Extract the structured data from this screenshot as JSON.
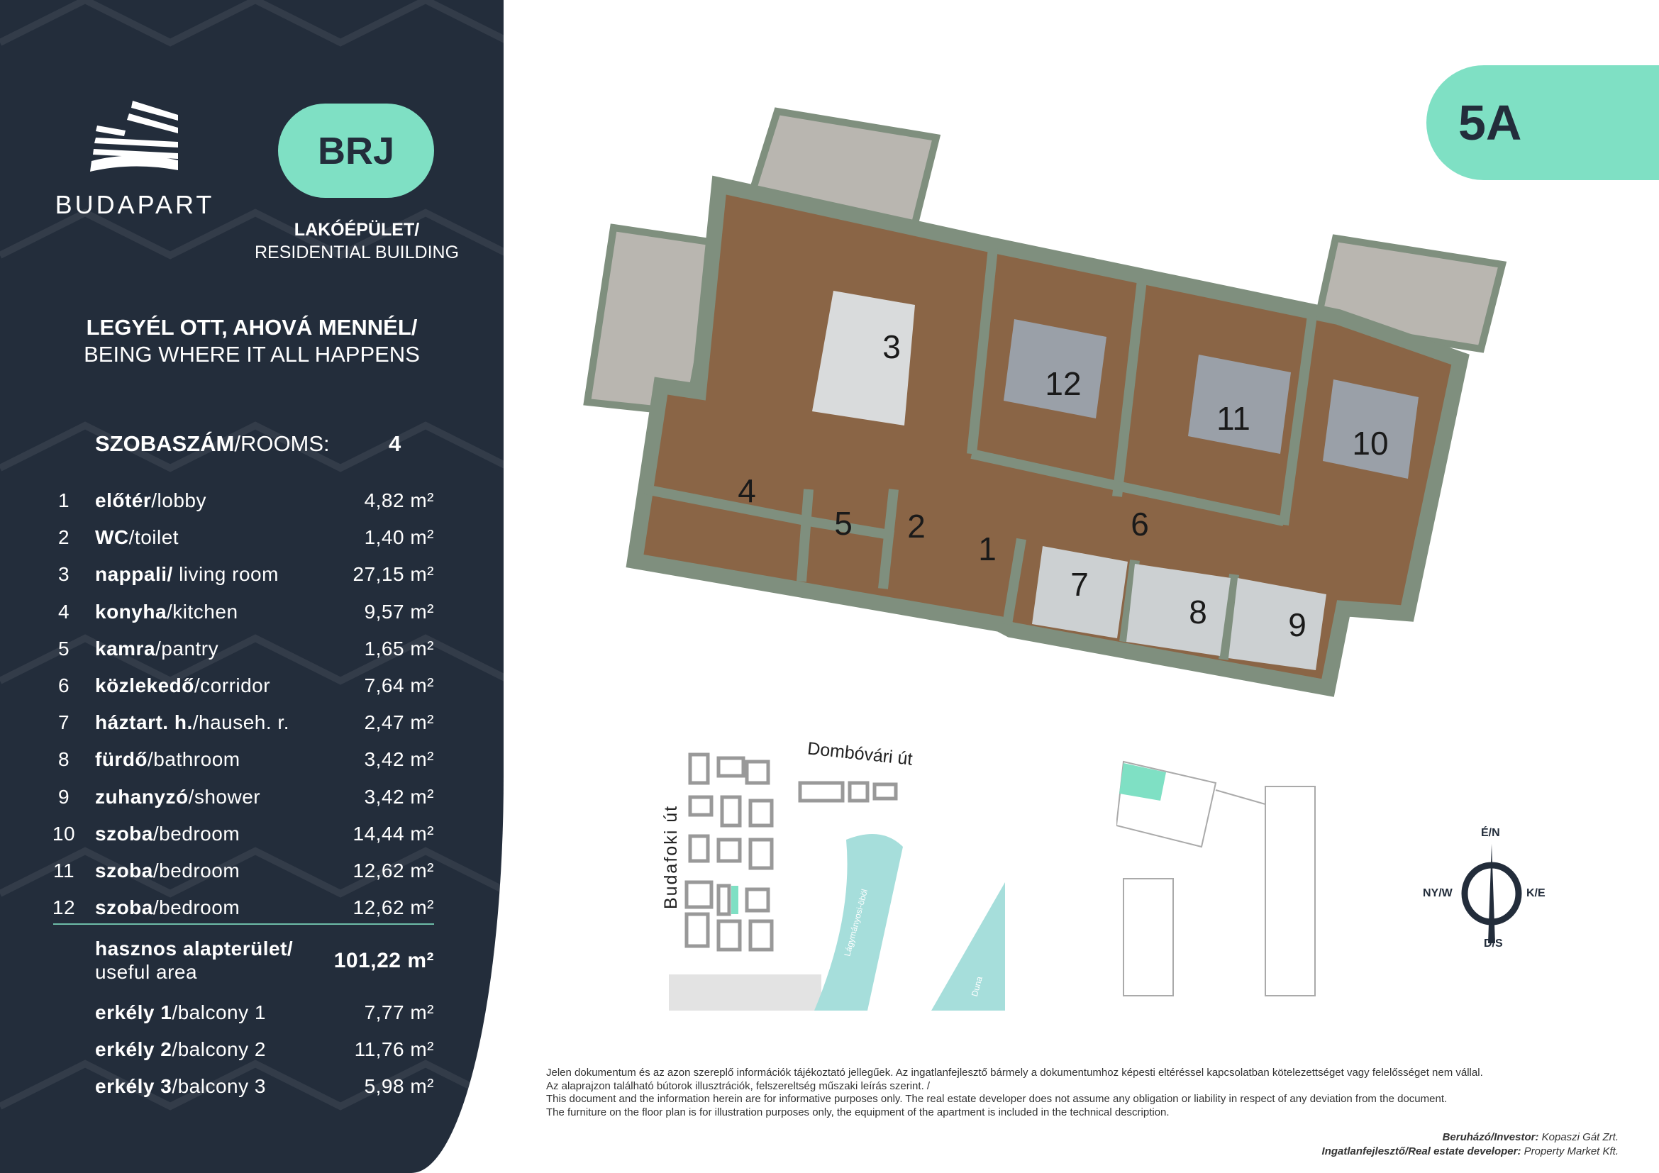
{
  "brand": {
    "name": "BUDAPART",
    "building_code": "BRJ",
    "building_type_hu": "LAKÓÉPÜLET/",
    "building_type_en": "RESIDENTIAL BUILDING"
  },
  "tagline": {
    "hu": "LEGYÉL OTT, AHOVÁ MENNÉL/",
    "en": "BEING WHERE IT ALL HAPPENS"
  },
  "rooms": {
    "label_hu": "SZOBASZÁM",
    "label_en": "/ROOMS:",
    "value": "4"
  },
  "apartment": {
    "code": "5A"
  },
  "room_table": [
    {
      "n": "1",
      "hu": "előtér",
      "en": "/lobby",
      "area": "4,82 m²"
    },
    {
      "n": "2",
      "hu": "WC",
      "en": "/toilet",
      "area": "1,40 m²"
    },
    {
      "n": "3",
      "hu": "nappali/",
      "en": " living room",
      "area": "27,15 m²"
    },
    {
      "n": "4",
      "hu": "konyha",
      "en": "/kitchen",
      "area": "9,57 m²"
    },
    {
      "n": "5",
      "hu": "kamra",
      "en": "/pantry",
      "area": "1,65 m²"
    },
    {
      "n": "6",
      "hu": "közlekedő",
      "en": "/corridor",
      "area": "7,64 m²"
    },
    {
      "n": "7",
      "hu": "háztart. h.",
      "en": "/hauseh. r.",
      "area": "2,47 m²"
    },
    {
      "n": "8",
      "hu": "fürdő",
      "en": "/bathroom",
      "area": "3,42 m²"
    },
    {
      "n": "9",
      "hu": "zuhanyzó",
      "en": "/shower",
      "area": "3,42 m²"
    },
    {
      "n": "10",
      "hu": "szoba",
      "en": "/bedroom",
      "area": "14,44 m²"
    },
    {
      "n": "11",
      "hu": "szoba",
      "en": "/bedroom",
      "area": "12,62 m²"
    },
    {
      "n": "12",
      "hu": "szoba",
      "en": "/bedroom",
      "area": "12,62 m²"
    }
  ],
  "useful_area": {
    "hu": "hasznos alapterület/",
    "en": "useful area",
    "value": "101,22 m²"
  },
  "balconies": [
    {
      "hu": "erkély 1",
      "en": "/balcony 1",
      "area": "7,77 m²"
    },
    {
      "hu": "erkély 2",
      "en": "/balcony 2",
      "area": "11,76 m²"
    },
    {
      "hu": "erkély 3",
      "en": "/balcony 3",
      "area": "5,98 m²"
    }
  ],
  "floorplan_labels": [
    "1",
    "2",
    "3",
    "4",
    "5",
    "6",
    "7",
    "8",
    "9",
    "10",
    "11",
    "12"
  ],
  "site_map": {
    "street_top": "Dombóvári út",
    "street_left": "Budafoki út",
    "water1": "Lágymányosi-öböl",
    "water2": "Duna"
  },
  "compass": {
    "n": "É/N",
    "s": "D/S",
    "w": "NY/W",
    "e": "K/E"
  },
  "disclaimer": [
    "Jelen dokumentum és az azon szereplő információk tájékoztató jellegűek. Az ingatlanfejlesztő bármely a dokumentumhoz képesti eltéréssel kapcsolatban kötelezettséget vagy felelősséget nem vállal.",
    "Az alaprajzon található bútorok illusztrációk, felszereltség műszaki leírás szerint. /",
    "This document and the information herein are for informative purposes only. The real estate developer does not assume any obligation or liability in respect of any deviation from the document.",
    "The furniture on the floor plan is for illustration purposes only, the equipment of the apartment is included in the technical description."
  ],
  "credits": {
    "investor_label": "Beruházó/Investor:",
    "investor": "Kopaszi Gát Zrt.",
    "developer_label": "Ingatlanfejlesztő/Real estate developer:",
    "developer": "Property Market Kft."
  },
  "colors": {
    "panel": "#232d3b",
    "accent": "#7fe0c4",
    "wall": "#7f8f7e",
    "floor": "#8a6546"
  }
}
